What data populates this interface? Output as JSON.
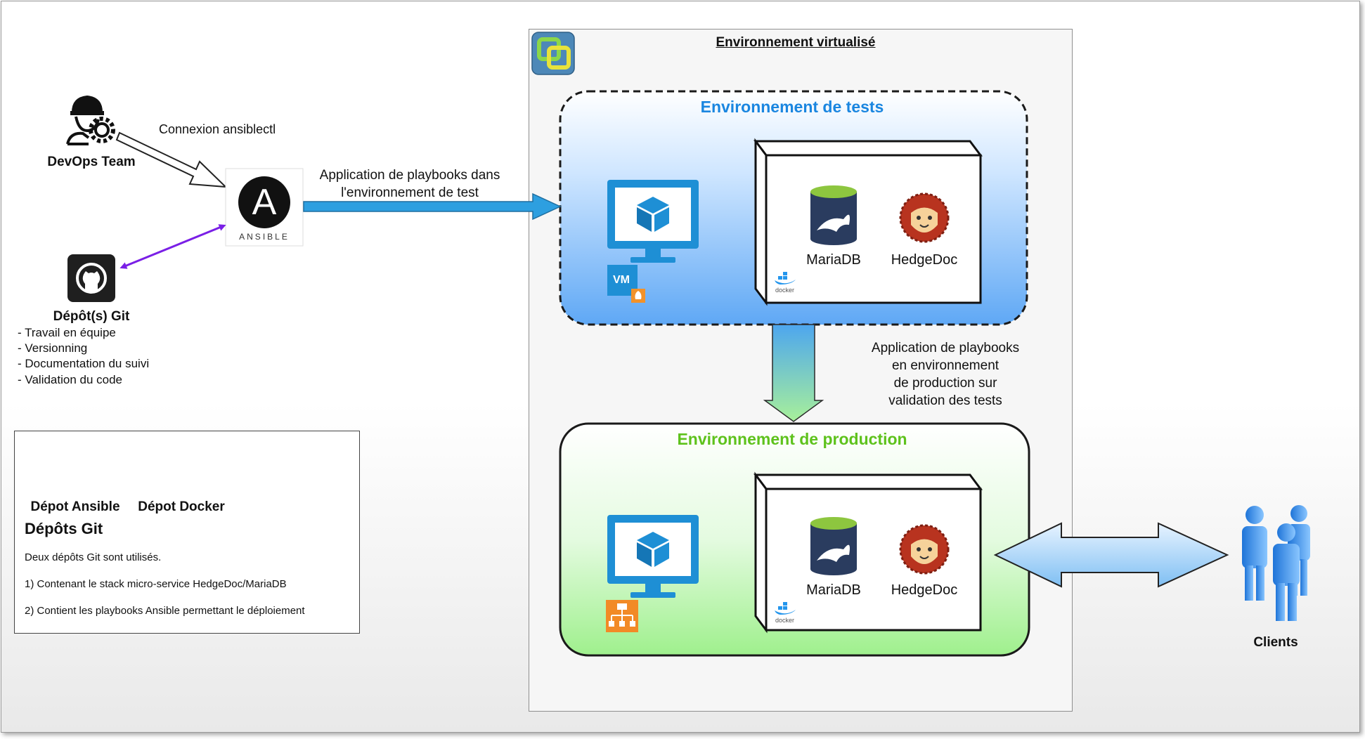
{
  "virtualized_env": {
    "title": "Environnement virtualisé"
  },
  "test_env": {
    "title": "Environnement de tests",
    "vm_badge": "VM",
    "db_label": "MariaDB",
    "app_label": "HedgeDoc",
    "docker_label": "docker"
  },
  "prod_env": {
    "title": "Environnement de production",
    "db_label": "MariaDB",
    "app_label": "HedgeDoc",
    "docker_label": "docker"
  },
  "devops": {
    "label": "DevOps Team",
    "connection_label": "Connexion ansiblectl"
  },
  "ansible": {
    "label": "ANSIBLE",
    "letter": "A"
  },
  "arrow_to_tests": {
    "line1": "Application de playbooks dans",
    "line2": "l'environnement de test"
  },
  "arrow_to_prod": {
    "line1": "Application de playbooks",
    "line2": "en environnement",
    "line3": "de production sur",
    "line4": "validation des tests"
  },
  "git_repos": {
    "title": "Dépôt(s) Git",
    "items": [
      "- Travail en équipe",
      "- Versionning",
      "- Documentation du suivi",
      "- Validation du code"
    ]
  },
  "legend": {
    "repo1": "Dépot Ansible",
    "repo2": "Dépot Docker",
    "title": "Dépôts Git",
    "line1": "Deux dépôts Git sont utilisés.",
    "line2": "1) Contenant le stack micro-service HedgeDoc/MariaDB",
    "line3": "2) Contient les playbooks Ansible permettant le déploiement"
  },
  "clients": {
    "label": "Clients"
  },
  "colors": {
    "tests_title": "#1a86e0",
    "prod_title": "#5ec21c",
    "blue_arrow": "#2d9fe0",
    "purple_arrow": "#7a1fe6"
  }
}
